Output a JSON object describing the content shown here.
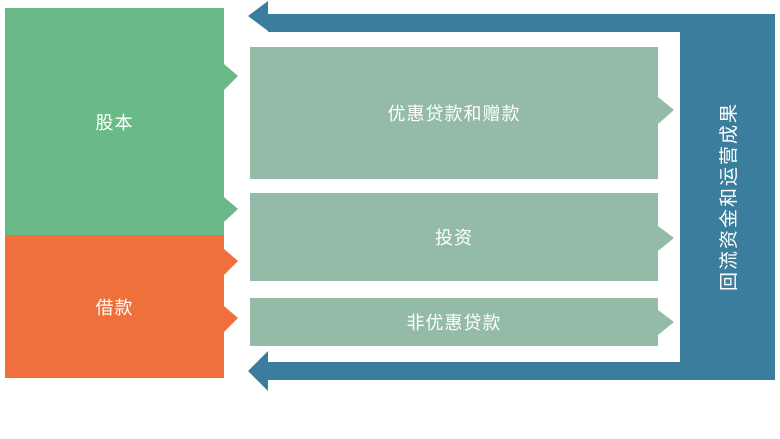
{
  "sources": {
    "equity": {
      "label": "股本",
      "color": "#6aba87"
    },
    "loans": {
      "label": "借款",
      "color": "#f0703b"
    }
  },
  "channels": [
    {
      "label": "优惠贷款和赠款"
    },
    {
      "label": "投资"
    },
    {
      "label": "非优惠贷款"
    }
  ],
  "channel_color": "#94bba7",
  "return_flow": {
    "label": "回流资金和运营成果",
    "color": "#3a7d9c"
  }
}
